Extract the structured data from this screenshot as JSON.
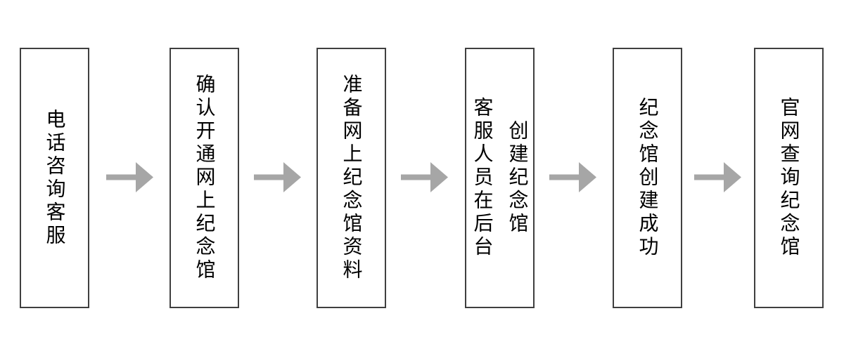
{
  "diagram": {
    "type": "flowchart",
    "direction": "left-to-right",
    "colors": {
      "background": "#ffffff",
      "box_border": "#3f3f3f",
      "box_fill": "#ffffff",
      "text": "#000000",
      "arrow": "#a6a6a6"
    },
    "connector": "right-arrow",
    "steps": [
      {
        "label": "电话咨询客服"
      },
      {
        "label": "确认开通网上纪念馆"
      },
      {
        "label": "准备网上纪念馆资料"
      },
      {
        "label": "客服人员在后台\n创建纪念馆"
      },
      {
        "label": "纪念馆创建成功"
      },
      {
        "label": "官网查询纪念馆"
      }
    ]
  }
}
